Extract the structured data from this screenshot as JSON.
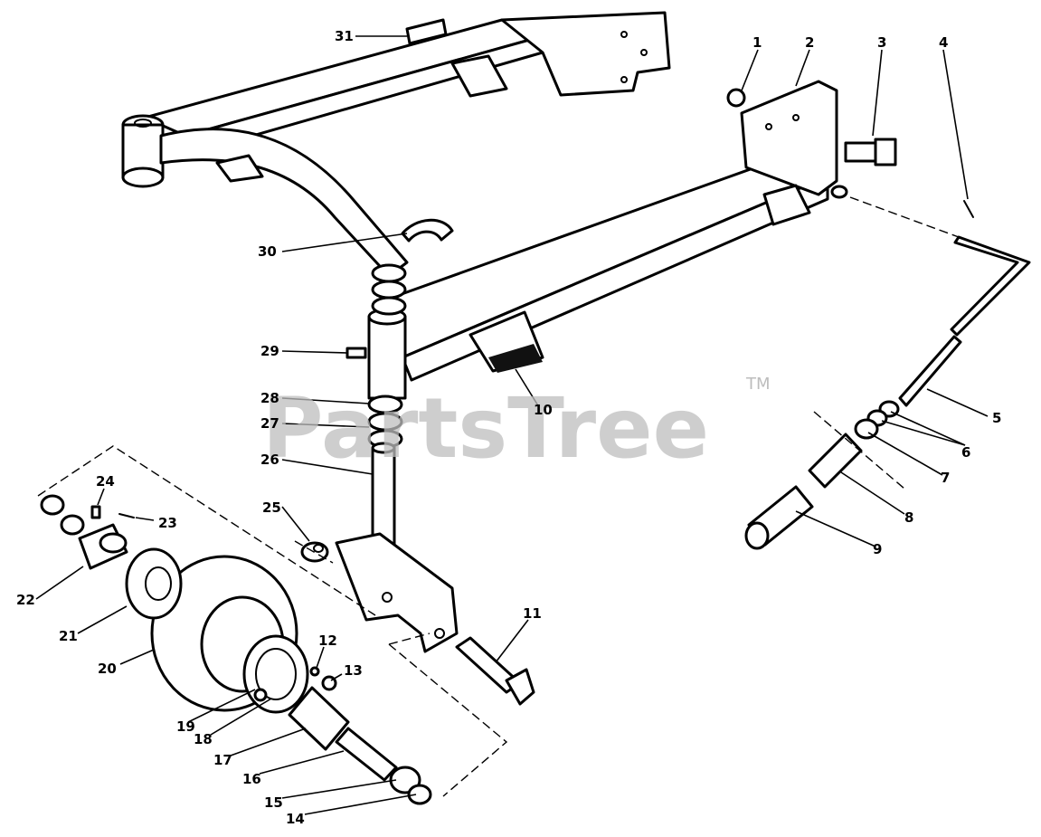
{
  "watermark": {
    "text": "PartsTree",
    "trademark": "TM"
  },
  "callouts": [
    {
      "id": "1",
      "label": "1"
    },
    {
      "id": "2",
      "label": "2"
    },
    {
      "id": "3",
      "label": "3"
    },
    {
      "id": "4",
      "label": "4"
    },
    {
      "id": "5",
      "label": "5"
    },
    {
      "id": "6",
      "label": "6"
    },
    {
      "id": "7",
      "label": "7"
    },
    {
      "id": "8",
      "label": "8"
    },
    {
      "id": "9",
      "label": "9"
    },
    {
      "id": "10",
      "label": "10"
    },
    {
      "id": "11",
      "label": "11"
    },
    {
      "id": "12",
      "label": "12"
    },
    {
      "id": "13",
      "label": "13"
    },
    {
      "id": "14",
      "label": "14"
    },
    {
      "id": "15",
      "label": "15"
    },
    {
      "id": "16",
      "label": "16"
    },
    {
      "id": "17",
      "label": "17"
    },
    {
      "id": "18",
      "label": "18"
    },
    {
      "id": "19",
      "label": "19"
    },
    {
      "id": "20",
      "label": "20"
    },
    {
      "id": "21",
      "label": "21"
    },
    {
      "id": "22",
      "label": "22"
    },
    {
      "id": "23",
      "label": "23"
    },
    {
      "id": "24",
      "label": "24"
    },
    {
      "id": "25",
      "label": "25"
    },
    {
      "id": "26",
      "label": "26"
    },
    {
      "id": "27",
      "label": "27"
    },
    {
      "id": "28",
      "label": "28"
    },
    {
      "id": "29",
      "label": "29"
    },
    {
      "id": "30",
      "label": "30"
    },
    {
      "id": "31",
      "label": "31"
    }
  ]
}
